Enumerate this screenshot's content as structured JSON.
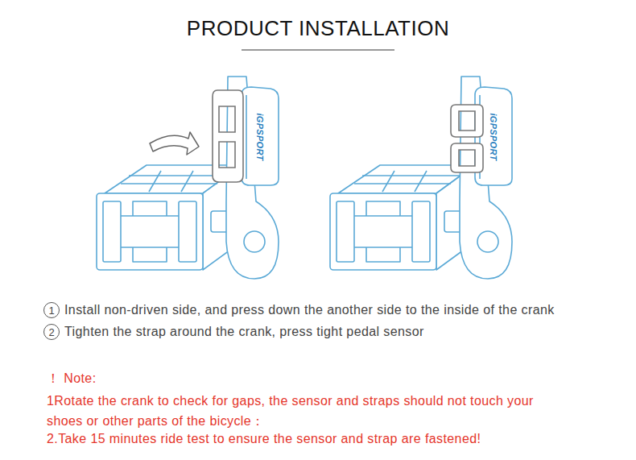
{
  "diagram": {
    "title": "PRODUCT INSTALLATION",
    "nodes": [
      {
        "text": [
          "1"
        ]
      },
      {
        "text": [
          "2"
        ]
      }
    ],
    "labels": [
      "iGPSPORT",
      "iGPSPORT",
      "Install non-driven side, and press down the another side to the inside of the crank",
      "Tighten the strap around the crank, press tight pedal sensor",
      "！ Note:",
      "1Rotate the crank to check for gaps, the sensor and straps should not touch your shoes or other parts of the bicycle：",
      "2.Take 15 minutes ride test to ensure the sensor and strap are fastened!"
    ]
  }
}
